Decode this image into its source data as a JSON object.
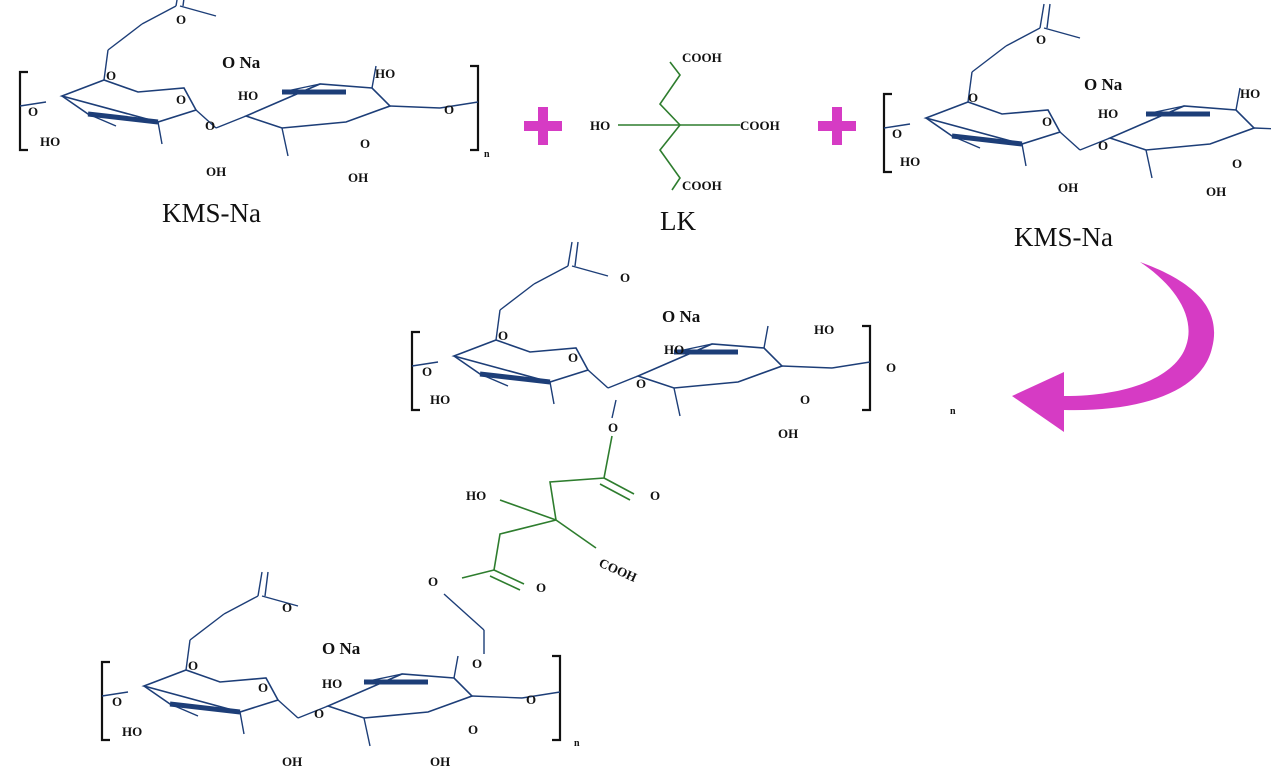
{
  "labels": {
    "reactant_left": "KMS-Na",
    "crosslinker": "LK",
    "reactant_right": "KMS-Na"
  },
  "unit": {
    "ho": "HO",
    "oh": "OH",
    "o": "O",
    "na": "Na",
    "n": "n"
  },
  "crosslinker_groups": {
    "ho": "HO",
    "cooh": "COOH",
    "cooh_mid": "COOH"
  },
  "colors": {
    "backbone": "#1d3e78",
    "linker": "#2e7d2e",
    "accent": "#d63bc4",
    "text": "#111111"
  }
}
